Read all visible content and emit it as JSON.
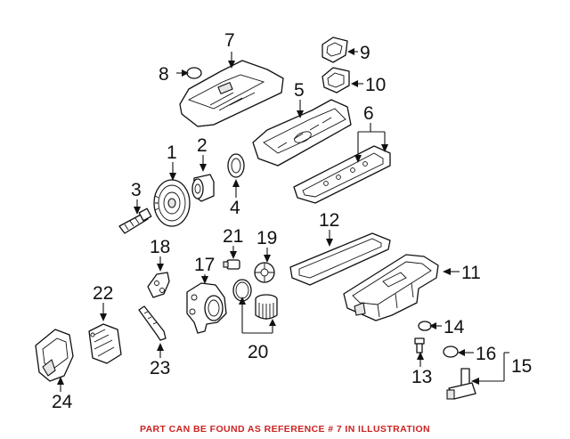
{
  "callouts": {
    "c1": "1",
    "c2": "2",
    "c3": "3",
    "c4": "4",
    "c5": "5",
    "c6": "6",
    "c7": "7",
    "c8": "8",
    "c9": "9",
    "c10": "10",
    "c11": "11",
    "c12": "12",
    "c13": "13",
    "c14": "14",
    "c15": "15",
    "c16": "16",
    "c17": "17",
    "c18": "18",
    "c19": "19",
    "c20": "20",
    "c21": "21",
    "c22": "22",
    "c23": "23",
    "c24": "24"
  },
  "footer": {
    "note": "PART CAN BE FOUND AS REFERENCE # 7 IN ILLUSTRATION",
    "note_color": "#cc2222"
  }
}
